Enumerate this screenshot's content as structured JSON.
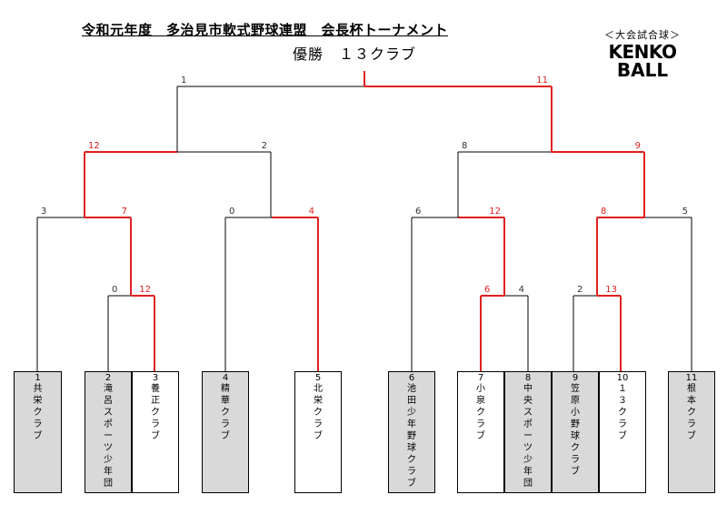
{
  "title": "令和元年度　多治見市軟式野球連盟　会長杯トーナメント",
  "winner_text": "優勝　１３クラブ",
  "logo": {
    "sub": "＜大会試合球＞",
    "line1": "KENKO",
    "line2": "BALL"
  },
  "colors": {
    "win": "#e02020",
    "line": "#000000",
    "shade": "#d9d9d9"
  },
  "teams": [
    {
      "num": "1",
      "name": "共栄クラブ",
      "shaded": true
    },
    {
      "num": "2",
      "name": "滝呂スポーツ少年団",
      "shaded": true
    },
    {
      "num": "3",
      "name": "養正クラブ",
      "shaded": false
    },
    {
      "num": "4",
      "name": "精華クラブ",
      "shaded": true
    },
    {
      "num": "5",
      "name": "北栄クラブ",
      "shaded": false
    },
    {
      "num": "6",
      "name": "池田少年野球クラブ",
      "shaded": true
    },
    {
      "num": "7",
      "name": "小泉クラブ",
      "shaded": false
    },
    {
      "num": "8",
      "name": "中央スポーツ少年団",
      "shaded": true
    },
    {
      "num": "9",
      "name": "笠原小野球クラブ",
      "shaded": true
    },
    {
      "num": "10",
      "name": "１３クラブ",
      "shaded": false
    },
    {
      "num": "11",
      "name": "根本クラブ",
      "shaded": true
    }
  ],
  "scores": {
    "final": [
      "1",
      "11"
    ],
    "semi_left": [
      "12",
      "2"
    ],
    "semi_right": [
      "8",
      "9"
    ],
    "qf_a": [
      "3",
      "7"
    ],
    "qf_b": [
      "0",
      "4"
    ],
    "qf_c": [
      "6",
      "12"
    ],
    "qf_d": [
      "8",
      "5"
    ],
    "r1_a": [
      "0",
      "12"
    ],
    "r1_b": [
      "6",
      "4"
    ],
    "r1_c": [
      "2",
      "13"
    ]
  }
}
